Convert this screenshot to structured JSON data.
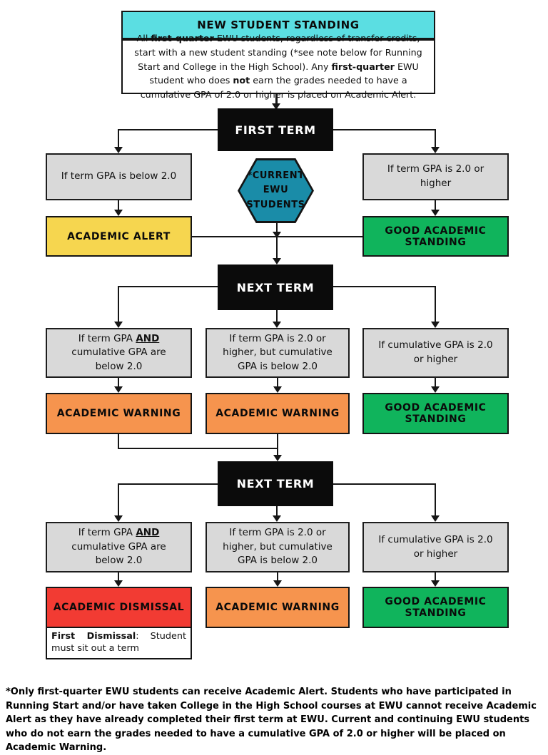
{
  "palette": {
    "cyan": "#5BDEE2",
    "teal": "#1A8CA8",
    "yellow": "#F6D64F",
    "green": "#10B45C",
    "orange": "#F6944E",
    "red": "#F23B33",
    "gray": "#D9D9D9",
    "black": "#0B0B0B"
  },
  "header": {
    "title": "NEW STUDENT STANDING",
    "description": [
      {
        "t": "All "
      },
      {
        "t": "first-quarter",
        "b": true
      },
      {
        "t": " EWU students, regardless of transfer credits, start with a new student standing (*see note below for Running Start and College in the High School). Any "
      },
      {
        "t": "first-quarter",
        "b": true
      },
      {
        "t": " EWU student who does "
      },
      {
        "t": "not",
        "b": true
      },
      {
        "t": " earn the grades needed to have a cumulative GPA of 2.0 or higher is placed on Academic Alert."
      }
    ]
  },
  "terms": {
    "first": "FIRST TERM",
    "second": "NEXT TERM",
    "third": "NEXT TERM"
  },
  "hexagon": {
    "line1": "*CURRENT",
    "line2": "EWU",
    "line3": "STUDENTS"
  },
  "row1": {
    "condition_left": "If term GPA is below 2.0",
    "condition_right": "If term GPA is 2.0 or higher",
    "outcome_left": "ACADEMIC ALERT",
    "outcome_right": "GOOD ACADEMIC STANDING"
  },
  "row2": {
    "condition_left": [
      {
        "t": "If term GPA "
      },
      {
        "t": "AND",
        "b": true,
        "u": true
      },
      {
        "t": " cumulative GPA are below 2.0"
      }
    ],
    "condition_mid": "If term GPA is 2.0 or higher, but cumulative GPA is below 2.0",
    "condition_right": "If cumulative GPA is 2.0 or higher",
    "outcome_left": "ACADEMIC WARNING",
    "outcome_mid": "ACADEMIC WARNING",
    "outcome_right": "GOOD ACADEMIC STANDING"
  },
  "row3": {
    "condition_left": [
      {
        "t": "If term GPA "
      },
      {
        "t": "AND",
        "b": true,
        "u": true
      },
      {
        "t": " cumulative GPA are below 2.0"
      }
    ],
    "condition_mid": "If term GPA is 2.0 or higher, but cumulative GPA is below 2.0",
    "condition_right": "If cumulative GPA is 2.0 or higher",
    "outcome_left": "ACADEMIC DISMISSAL",
    "outcome_mid": "ACADEMIC WARNING",
    "outcome_right": "GOOD ACADEMIC STANDING"
  },
  "dismissal_note": [
    {
      "t": "First Dismissal",
      "b": true
    },
    {
      "t": ": Student must sit out a term"
    }
  ],
  "footnote": "*Only first-quarter EWU students can receive Academic Alert. Students who have participated in Running Start and/or have taken College in the High School courses at EWU cannot receive Academic Alert as they have already completed their first term at EWU. Current and continuing EWU students who do not earn the grades needed to have a cumulative GPA of 2.0 or higher will be placed on Academic Warning."
}
